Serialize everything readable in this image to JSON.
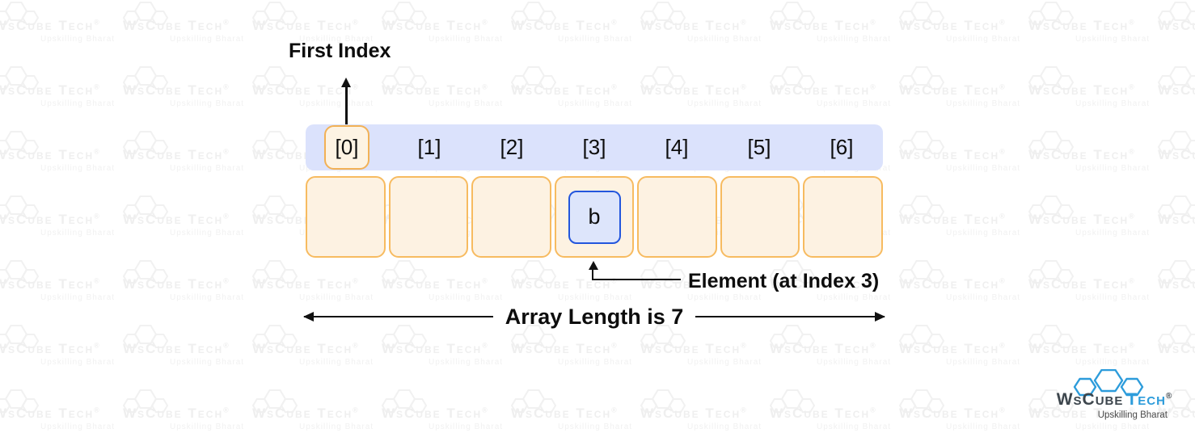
{
  "diagram": {
    "first_index_label": "First Index",
    "index_labels": [
      "[0]",
      "[1]",
      "[2]",
      "[3]",
      "[4]",
      "[5]",
      "[6]"
    ],
    "cells": [
      "",
      "",
      "",
      "b",
      "",
      "",
      ""
    ],
    "highlighted_index": 0,
    "element_index": 3,
    "element_annotation": "Element (at Index 3)",
    "array_length_annotation": "Array Length is 7",
    "array_length": 7,
    "colors": {
      "index_band_fill": "#dbe2fc",
      "cell_fill": "#fdf2e2",
      "cell_border": "#f7bb60",
      "highlight_box_fill": "#fdf3e3",
      "highlight_box_border": "#f2b156",
      "element_box_fill": "#dde5fb",
      "element_box_border": "#2356dd",
      "arrow": "#111111",
      "text": "#0d0d0d"
    }
  },
  "branding": {
    "watermark": {
      "name": "WsCube Tech",
      "reg": "®",
      "tagline": "Upskilling Bharat",
      "color": "#efefef"
    },
    "logo": {
      "primary": "WsCube",
      "secondary": "Tech",
      "reg": "®",
      "tagline": "Upskilling Bharat",
      "primary_color": "#3d464d",
      "secondary_color": "#2d9cdb"
    }
  }
}
